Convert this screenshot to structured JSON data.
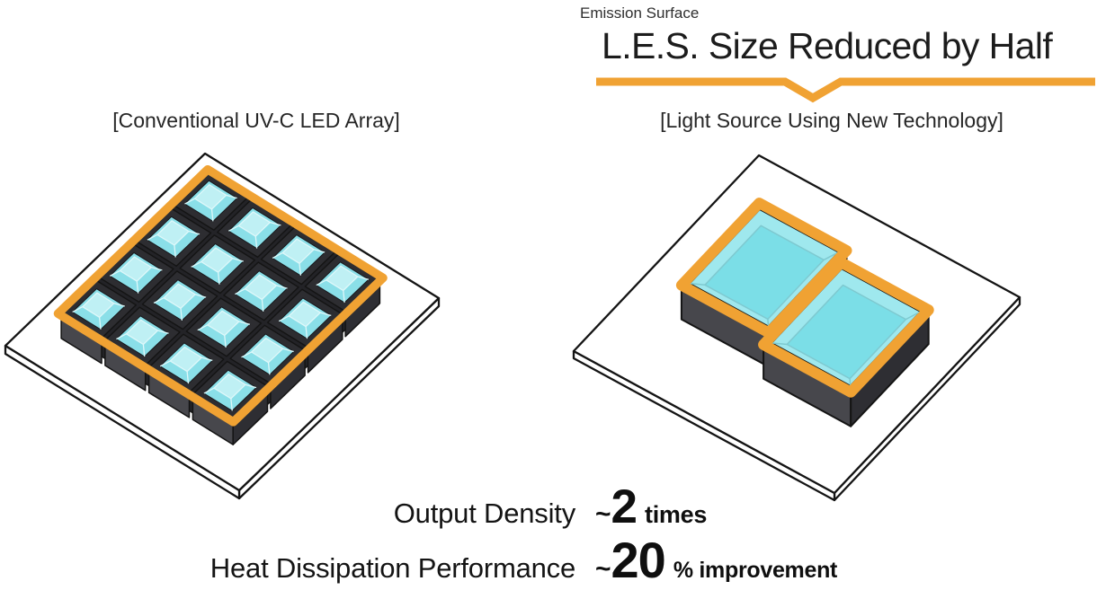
{
  "header": {
    "eyebrow": "Emission Surface",
    "title": "L.E.S. Size Reduced by Half"
  },
  "panels": {
    "left": {
      "caption": "[Conventional UV-C LED Array]",
      "grid": {
        "rows": 4,
        "cols": 4,
        "chip_count": 16
      }
    },
    "right": {
      "caption": "[Light Source Using New Technology]",
      "chip_count": 2
    }
  },
  "stats": [
    {
      "label": "Output Density",
      "tilde": "~",
      "value": "2",
      "unit": "times"
    },
    {
      "label": "Heat Dissipation Performance",
      "tilde": "~",
      "value": "20",
      "unit": "% improvement"
    }
  ],
  "colors": {
    "accent_orange": "#F0A233",
    "board_white": "#FFFFFF",
    "outline_black": "#141414",
    "package_top": "#2D2D31",
    "package_side_light": "#47474C",
    "package_side_dark": "#2E2E33",
    "slab_dark": "#232327",
    "cavity_wall": "#8ADFE8",
    "cavity_floor": "#BFF0F4",
    "cavity_line": "#DFF8FA",
    "cavity_wall_right": "#9FE8EE",
    "cavity_floor_right": "#7BDEE7",
    "cavity_line_right": "#7EC9D0"
  }
}
